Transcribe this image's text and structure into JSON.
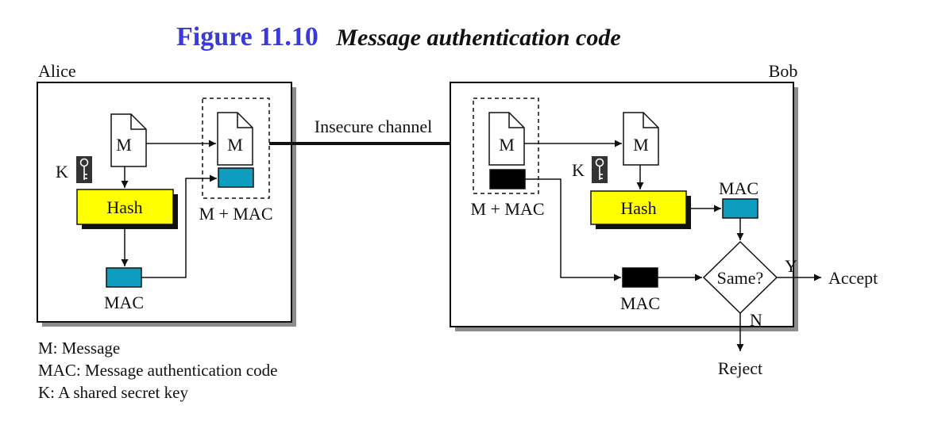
{
  "title": {
    "number": "Figure 11.10",
    "text": "Message authentication code"
  },
  "sender": {
    "name": "Alice"
  },
  "receiver": {
    "name": "Bob"
  },
  "labels": {
    "message": "M",
    "key": "K",
    "hash": "Hash",
    "mac": "MAC",
    "m_plus_mac": "M + MAC",
    "channel": "Insecure channel",
    "compare": "Same?",
    "yes": "Y",
    "no": "N",
    "accept": "Accept",
    "reject": "Reject"
  },
  "legend": [
    "M: Message",
    "MAC: Message authentication code",
    "K: A shared secret key"
  ],
  "colors": {
    "title": "#3a3ad6",
    "hash_fill": "#ffff00",
    "mac_fill": "#0e9cbf",
    "received_mac_fill": "#000000",
    "key_icon": "#333333"
  }
}
